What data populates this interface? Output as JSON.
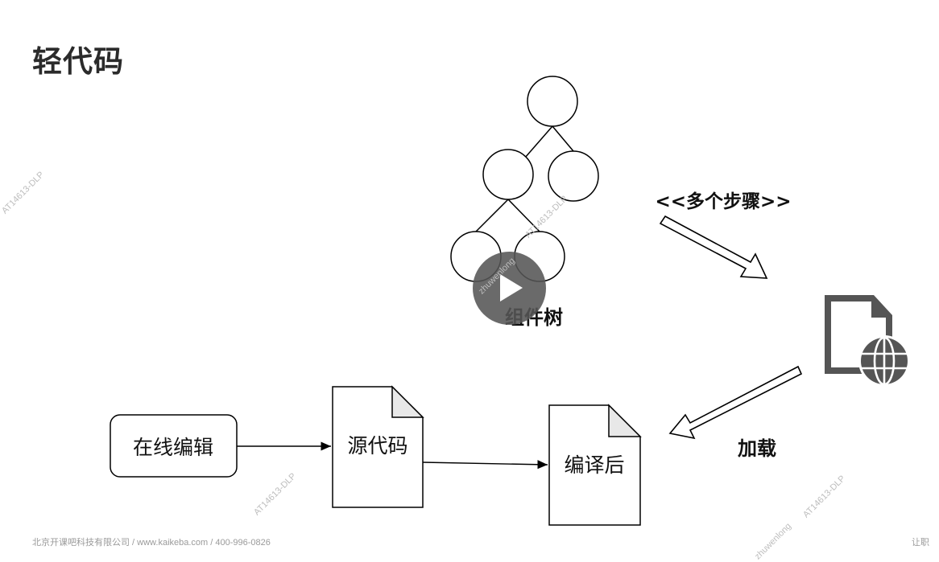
{
  "slide": {
    "title": "轻代码"
  },
  "diagram": {
    "tree_label": "组件树",
    "steps_label": "<<多个步骤>>",
    "load_label": "加载",
    "online_edit_label": "在线编辑",
    "source_code_label": "源代码",
    "compiled_label": "编译后"
  },
  "colors": {
    "line": "#000000",
    "doc_icon": "#555555",
    "play_bg": "#555555"
  },
  "icons": {
    "web_doc": "web-document-icon",
    "play": "play-icon"
  },
  "footer": {
    "left": "北京开课吧科技有限公司 / www.kaikeba.com / 400-996-0826",
    "right": "让职"
  },
  "watermarks": [
    "zhuwenlong",
    "AT14613-DLP"
  ]
}
